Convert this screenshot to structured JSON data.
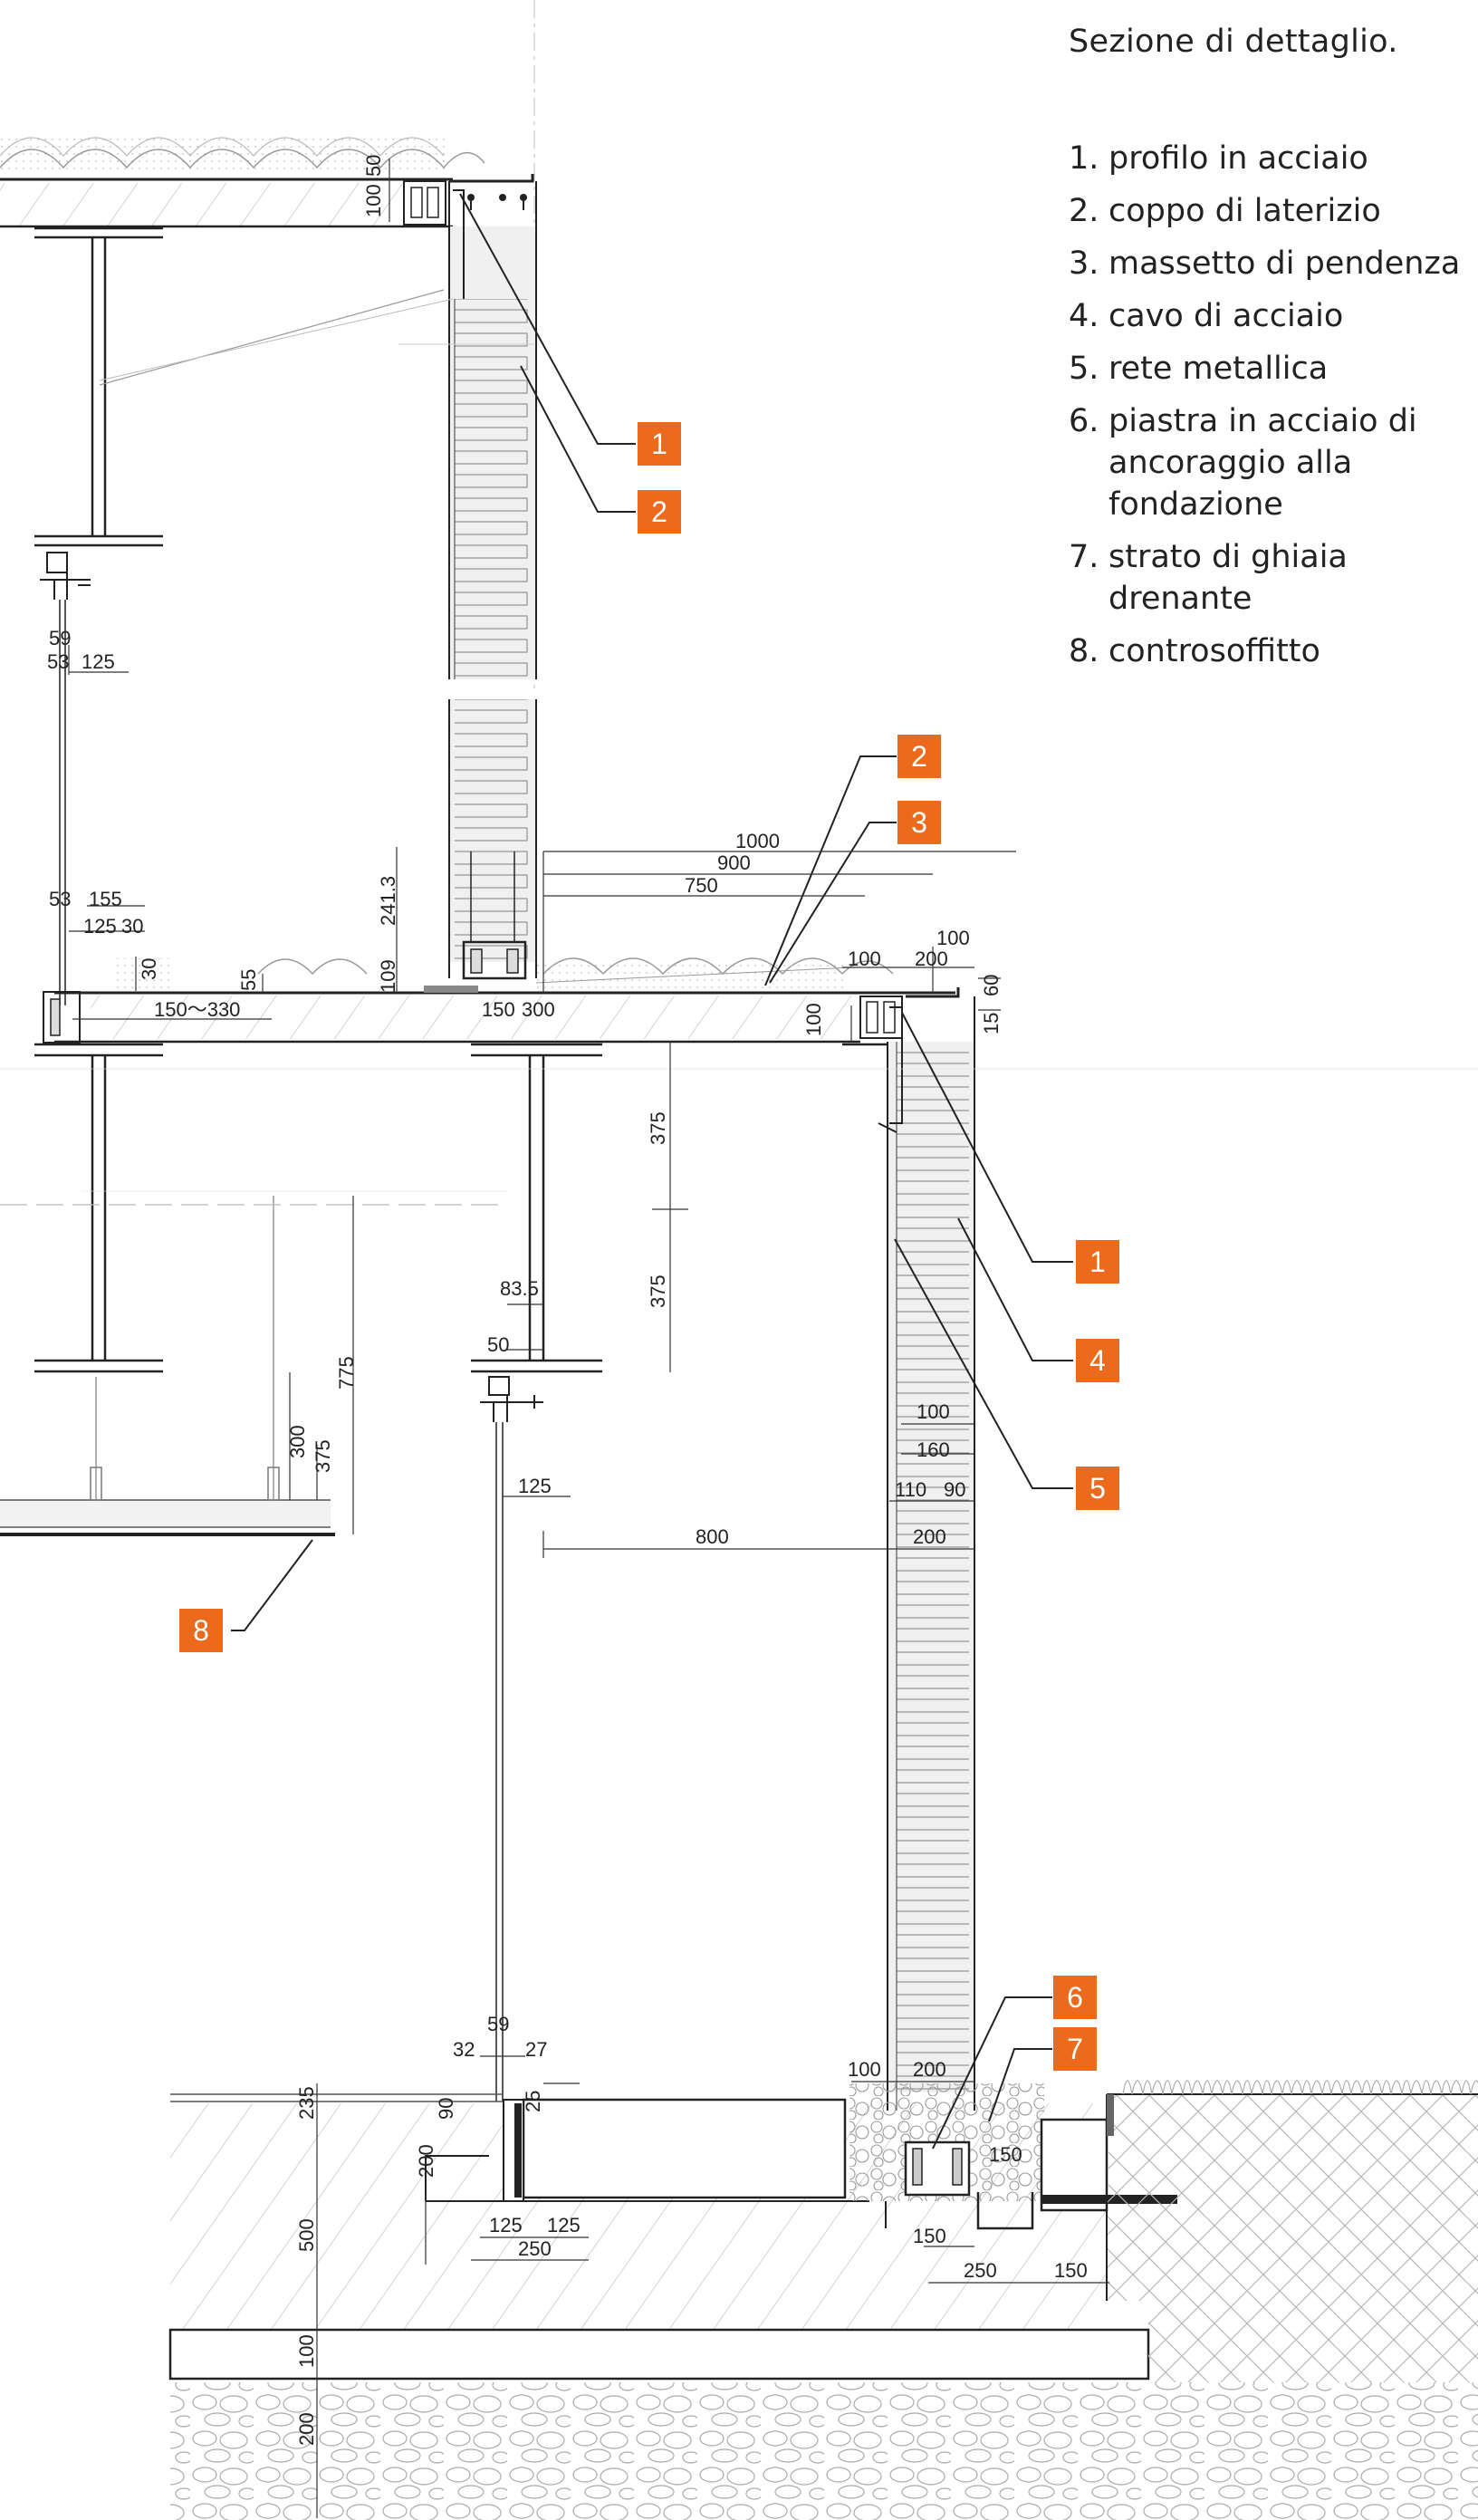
{
  "legend": {
    "title": "Sezione di dettaglio.",
    "items": [
      {
        "num": "1.",
        "text": "profilo in acciaio"
      },
      {
        "num": "2.",
        "text": "coppo di laterizio"
      },
      {
        "num": "3.",
        "text": "massetto di pendenza"
      },
      {
        "num": "4.",
        "text": "cavo di acciaio"
      },
      {
        "num": "5.",
        "text": "rete metallica"
      },
      {
        "num": "6.",
        "text": "piastra in acciaio di ancoraggio alla fondazione"
      },
      {
        "num": "7.",
        "text": "strato di ghiaia drenante"
      },
      {
        "num": "8.",
        "text": "controsoffitto"
      }
    ]
  },
  "colors": {
    "callout": "#ec6a1c",
    "line": "#222222",
    "hatch": "#9a9a9a",
    "panel": "#e9e9e9"
  },
  "callouts": {
    "c1a": "1",
    "c2a": "2",
    "c2b": "2",
    "c3": "3",
    "c1b": "1",
    "c4": "4",
    "c5": "5",
    "c8": "8",
    "c6": "6",
    "c7": "7"
  },
  "dimensions": {
    "d100a": "100",
    "d50a": "50",
    "d59a": "59",
    "d53a": "53",
    "d125a": "125",
    "d53b": "53",
    "d155": "155",
    "d125b": "125",
    "d30a": "30",
    "d30b": "30",
    "d150_330": "150～330",
    "d55": "55",
    "d109": "109",
    "d241": "241.3",
    "d150b": "150",
    "d300a": "300",
    "d1000": "1000",
    "d900": "900",
    "d750": "750",
    "d100b": "100",
    "d200a": "200",
    "d100c": "100",
    "d60": "60",
    "d15": "15",
    "d100d": "100",
    "d375a": "375",
    "d375b": "375",
    "d83": "83.5",
    "d50b": "50",
    "d775": "775",
    "d375c": "375",
    "d300b": "300",
    "d125c": "125",
    "d100e": "100",
    "d160": "160",
    "d110": "110",
    "d90a": "90",
    "d800": "800",
    "d200b": "200",
    "d59b": "59",
    "d32": "32",
    "d27": "27",
    "d235": "235",
    "d90b": "90",
    "d25": "25",
    "d200c": "200",
    "d125d": "125",
    "d125e": "125",
    "d250a": "250",
    "d100f": "100",
    "d200d": "200",
    "d150c": "150",
    "d150d": "150",
    "d250b": "250",
    "d150e": "150",
    "d500": "500",
    "d100g": "100",
    "d200e": "200"
  }
}
